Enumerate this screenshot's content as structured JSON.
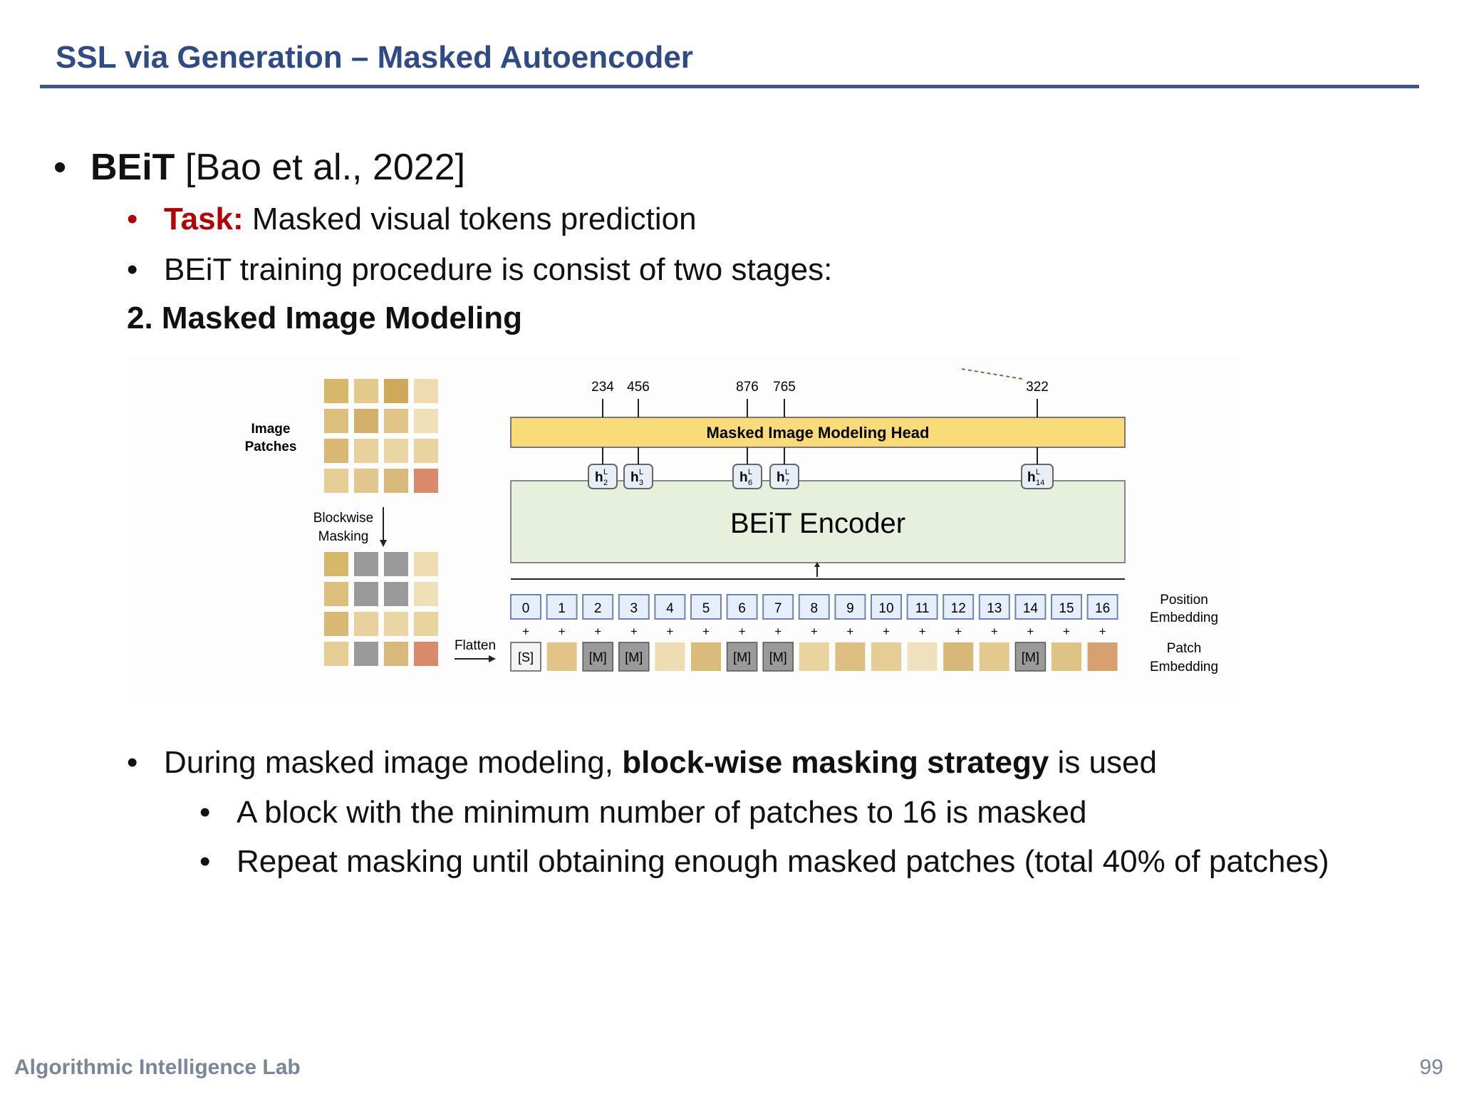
{
  "slide": {
    "title": "SSL via Generation – Masked Autoencoder",
    "beit_name": "BEiT",
    "beit_ref": " [Bao et al., 2022]",
    "task_label": "Task:",
    "task_text": " Masked visual tokens prediction",
    "procedure": "BEiT training procedure is consist of two stages:",
    "stage": "2. Masked Image Modeling",
    "during_pre": "During masked image modeling, ",
    "during_bold": "block-wise masking strategy",
    "during_post": " is used",
    "sub1": "A block with the minimum number of patches to 16 is masked",
    "sub2": "Repeat masking until obtaining enough masked patches (total 40% of patches)",
    "bullet": "•"
  },
  "footer": {
    "lab": "Algorithmic Intelligence Lab",
    "page": "99"
  },
  "diagram": {
    "image_patches_label": [
      "Image",
      "Patches"
    ],
    "blockwise_label": [
      "Blockwise",
      "Masking"
    ],
    "flatten_label": "Flatten",
    "head_label": "Masked Image Modeling Head",
    "encoder_label": "BEiT Encoder",
    "output_tokens": [
      "234",
      "456",
      "876",
      "765",
      "322"
    ],
    "hidden_labels": [
      "h",
      "h",
      "h",
      "h",
      "h"
    ],
    "hidden_subscripts": [
      "2",
      "3",
      "6",
      "7",
      "14"
    ],
    "hidden_superscript": "L",
    "position_indices": [
      "0",
      "1",
      "2",
      "3",
      "4",
      "5",
      "6",
      "7",
      "8",
      "9",
      "10",
      "11",
      "12",
      "13",
      "14",
      "15",
      "16"
    ],
    "plus_sign": "+",
    "special_token": "[S]",
    "mask_token": "[M]",
    "patch_tokens": [
      "[S]",
      "img",
      "[M]",
      "[M]",
      "img",
      "img",
      "[M]",
      "[M]",
      "img",
      "img",
      "img",
      "img",
      "img",
      "img",
      "[M]",
      "img",
      "img"
    ],
    "position_embedding_label": [
      "Position",
      "Embedding"
    ],
    "patch_embedding_label": [
      "Patch",
      "Embedding"
    ],
    "masked_grid": [
      0,
      1,
      1,
      0,
      0,
      1,
      1,
      0,
      0,
      0,
      0,
      0,
      0,
      1,
      0,
      0
    ]
  }
}
